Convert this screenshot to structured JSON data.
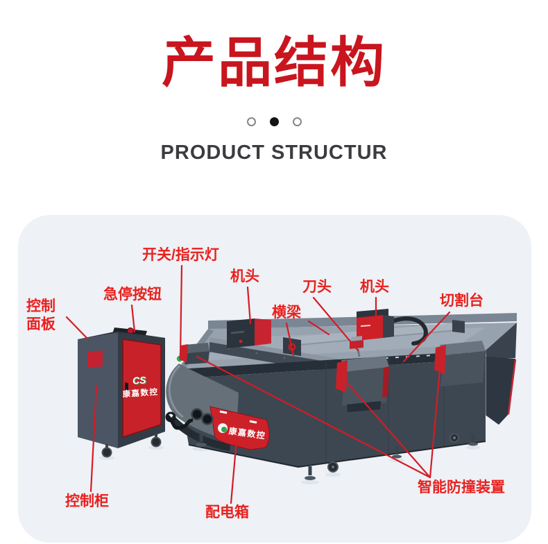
{
  "header": {
    "title": "产品结构",
    "subtitle": "PRODUCT STRUCTUR",
    "carousel": {
      "dot_count": 3,
      "active_index": 1
    }
  },
  "brand": {
    "name": "康嘉数控",
    "mark": "CS"
  },
  "labels": {
    "control_panel": "控制面板",
    "emergency_stop": "急停按钮",
    "switch_indicator": "开关/指示灯",
    "machine_head_left": "机头",
    "knife_head": "刀头",
    "machine_head_right": "机头",
    "beam": "横梁",
    "cutting_table": "切割台",
    "control_cabinet": "控制柜",
    "power_box": "配电箱",
    "anti_collision": "智能防撞装置"
  },
  "colors": {
    "title_red": "#c8151e",
    "label_red": "#e8211f",
    "leader_red": "#d31c26",
    "card_bg": "#eef1f5",
    "machine_red": "#c92129",
    "machine_dark": "#3d4751"
  }
}
